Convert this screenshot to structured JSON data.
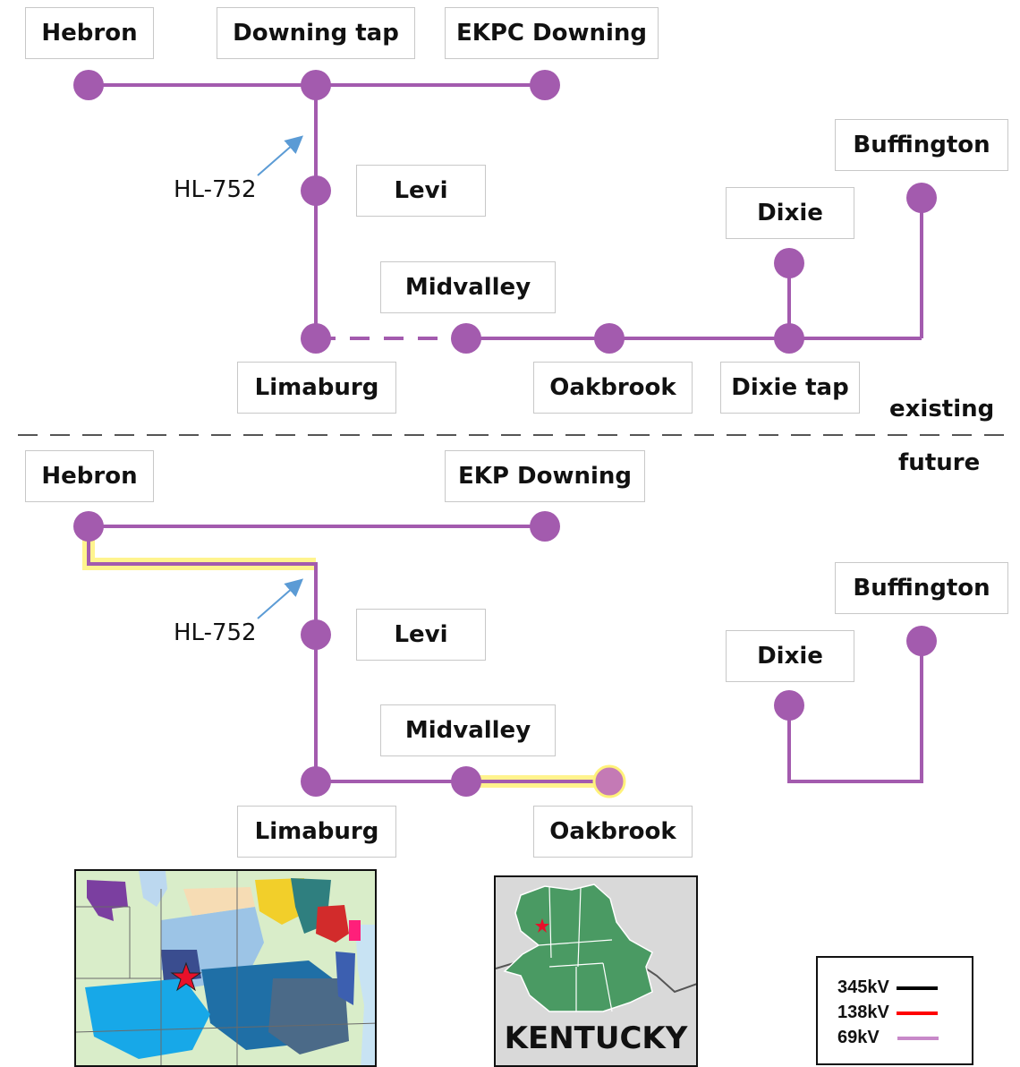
{
  "colors": {
    "line_69kv": "#a35bae",
    "node": "#a35bae",
    "highlight": "#fff27a",
    "arrow": "#5b9bd5",
    "divider": "#555555",
    "kv345": "#000000",
    "kv138": "#ff0000"
  },
  "existing": {
    "hebron": "Hebron",
    "downing_tap": "Downing tap",
    "ekpc_downing": "EKPC Downing",
    "buffington": "Buffington",
    "levi": "Levi",
    "dixie": "Dixie",
    "midvalley": "Midvalley",
    "limaburg": "Limaburg",
    "oakbrook": "Oakbrook",
    "dixie_tap": "Dixie tap",
    "line_label": "HL-752",
    "section_label": "existing"
  },
  "future": {
    "section_label": "future",
    "hebron": "Hebron",
    "ekp_downing": "EKP Downing",
    "buffington": "Buffington",
    "levi": "Levi",
    "dixie": "Dixie",
    "midvalley": "Midvalley",
    "limaburg": "Limaburg",
    "oakbrook": "Oakbrook",
    "line_label": "HL-752"
  },
  "kentucky_map": {
    "label": "KENTUCKY"
  },
  "legend": {
    "items": [
      {
        "label": "345kV",
        "color": "#000000"
      },
      {
        "label": "138kV",
        "color": "#ff0000"
      },
      {
        "label": "69kV",
        "color": "#c889c9"
      }
    ]
  }
}
